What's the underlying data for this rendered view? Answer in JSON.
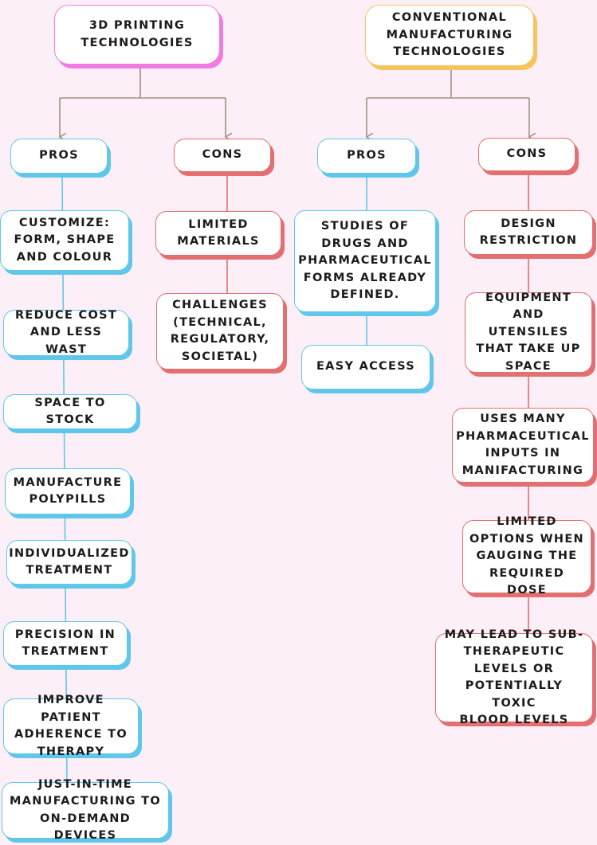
{
  "colors": {
    "pros_accent": "#5fc8ea",
    "cons_accent": "#e46f70",
    "title_3d_accent": "#f17ae3",
    "title_conv_accent": "#f6c35c",
    "connector": "#a58f86",
    "background": "#fdeff7"
  },
  "left": {
    "title": "3D PRINTING\nTECHNOLOGIES",
    "pros": {
      "label": "PROS",
      "items": [
        "CUSTOMIZE:\nFORM, SHAPE\nAND COLOUR",
        "REDUCE COST\nAND LESS WAST",
        "SPACE TO STOCK",
        "MANUFACTURE\nPOLYPILLS",
        "INDIVIDUALIZED\nTREATMENT",
        "PRECISION IN\nTREATMENT",
        "IMPROVE PATIENT\nADHERENCE TO\nTHERAPY",
        "JUST-IN-TIME\nMANUFACTURING TO\nON-DEMAND DEVICES"
      ]
    },
    "cons": {
      "label": "CONS",
      "items": [
        "LIMITED\nMATERIALS",
        "CHALLENGES\n(TECHNICAL,\nREGULATORY,\nSOCIETAL)"
      ]
    }
  },
  "right": {
    "title": "CONVENTIONAL\nMANUFACTURING\nTECHNOLOGIES",
    "pros": {
      "label": "PROS",
      "items": [
        "STUDIES OF\nDRUGS AND\nPHARMACEUTICAL\nFORMS ALREADY\nDEFINED.",
        "EASY ACCESS"
      ]
    },
    "cons": {
      "label": "CONS",
      "items": [
        "DESIGN\nRESTRICTION",
        "EQUIPMENT AND\nUTENSILES\nTHAT TAKE UP\nSPACE",
        "USES MANY\nPHARMACEUTICAL\nINPUTS IN\nMANIFACTURING",
        "LIMITED\nOPTIONS WHEN\nGAUGING THE\nREQUIRED DOSE",
        "MAY LEAD TO SUB-\nTHERAPEUTIC\nLEVELS OR\nPOTENTIALLY TOXIC\nBLOOD LEVELS"
      ]
    }
  }
}
